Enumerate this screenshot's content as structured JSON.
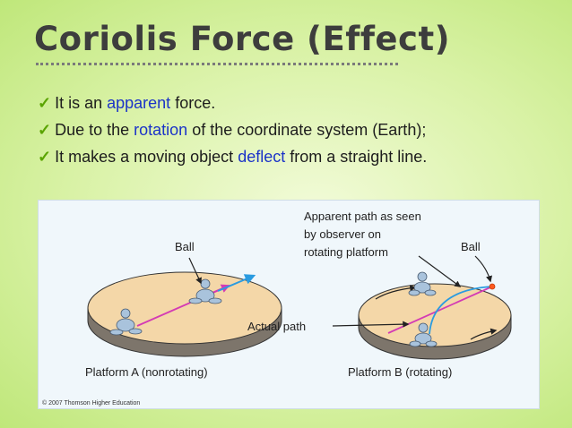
{
  "slide": {
    "title": "Coriolis Force (Effect)",
    "accent_color": "#1b33c8",
    "check_color": "#5aa400",
    "bullets": [
      {
        "before": "It is an ",
        "keyword": "apparent",
        "after": " force."
      },
      {
        "before": "Due to the ",
        "keyword": "rotation",
        "after": " of the coordinate system (Earth);"
      },
      {
        "before": "It makes a moving object ",
        "keyword": "deflect",
        "after": " from a straight line."
      }
    ]
  },
  "figure": {
    "label_ball_a": "Ball",
    "label_ball_b": "Ball",
    "label_apparent_line1": "Apparent path as seen",
    "label_apparent_line2": "by observer on",
    "label_apparent_line3": "rotating platform",
    "label_actual": "Actual path",
    "caption_a": "Platform A (nonrotating)",
    "caption_b": "Platform B (rotating)",
    "credit": "© 2007 Thomson Higher Education"
  }
}
